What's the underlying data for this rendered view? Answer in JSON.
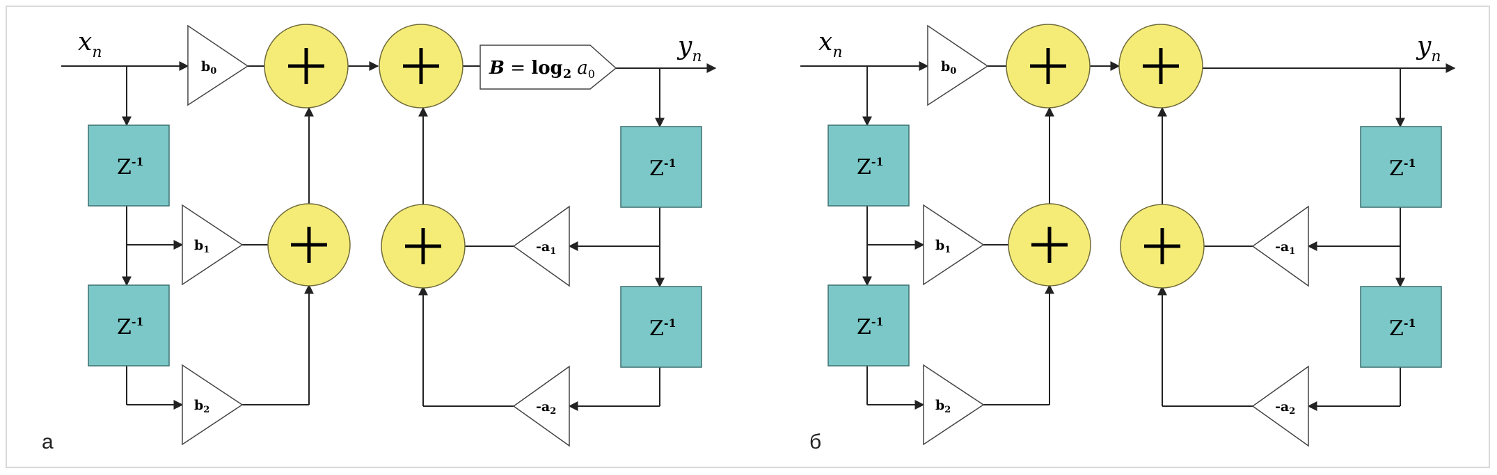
{
  "panels": [
    {
      "label": "а",
      "input": {
        "symbol": "x",
        "sub": "n"
      },
      "output": {
        "symbol": "y",
        "sub": "n"
      },
      "delay": {
        "text": "Z",
        "sup": "-1"
      },
      "coefficients": {
        "b0": {
          "text": "b",
          "sub": "0"
        },
        "b1": {
          "text": "b",
          "sub": "1"
        },
        "b2": {
          "text": "b",
          "sub": "2"
        },
        "a1": {
          "text": "-a",
          "sub": "1"
        },
        "a2": {
          "text": "-a",
          "sub": "2"
        }
      },
      "shift_block": {
        "var": "B",
        "eq": " = ",
        "log": "log",
        "base": "2",
        "arg": "a",
        "arg_sub": "0"
      }
    },
    {
      "label": "б",
      "input": {
        "symbol": "x",
        "sub": "n"
      },
      "output": {
        "symbol": "y",
        "sub": "n"
      },
      "delay": {
        "text": "Z",
        "sup": "-1"
      },
      "coefficients": {
        "b0": {
          "text": "b",
          "sub": "0"
        },
        "b1": {
          "text": "b",
          "sub": "1"
        },
        "b2": {
          "text": "b",
          "sub": "2"
        },
        "a1": {
          "text": "-a",
          "sub": "1"
        },
        "a2": {
          "text": "-a",
          "sub": "2"
        }
      }
    }
  ],
  "colors": {
    "delay": "#7cc8c8",
    "adder": "#f4ec77",
    "wire": "#222222"
  }
}
